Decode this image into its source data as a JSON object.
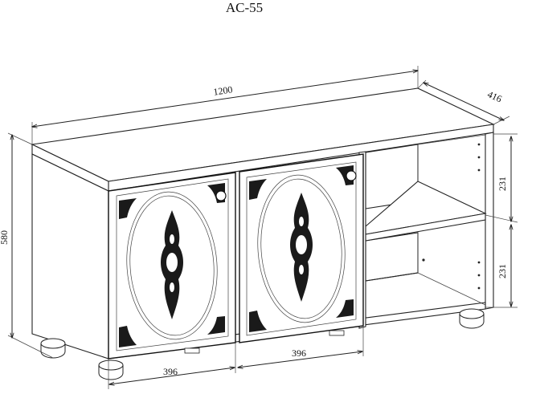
{
  "title": "AC-55",
  "dimensions": {
    "width": "1200",
    "depth": "416",
    "height": "580",
    "shelf_upper": "231",
    "shelf_lower": "231",
    "door_left": "396",
    "door_right": "396"
  }
}
